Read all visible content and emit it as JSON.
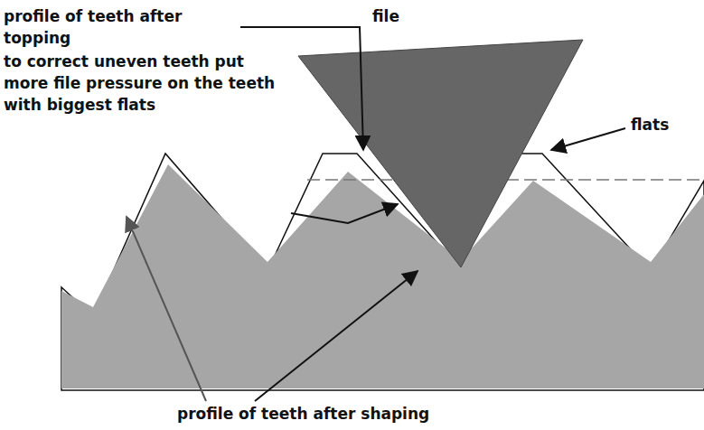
{
  "diagram": {
    "labels": [
      "profile of teeth after topping",
      "to correct uneven teeth put more file pressure on the teeth with biggest flats",
      "file",
      "flats",
      "profile of teeth after shaping"
    ]
  }
}
